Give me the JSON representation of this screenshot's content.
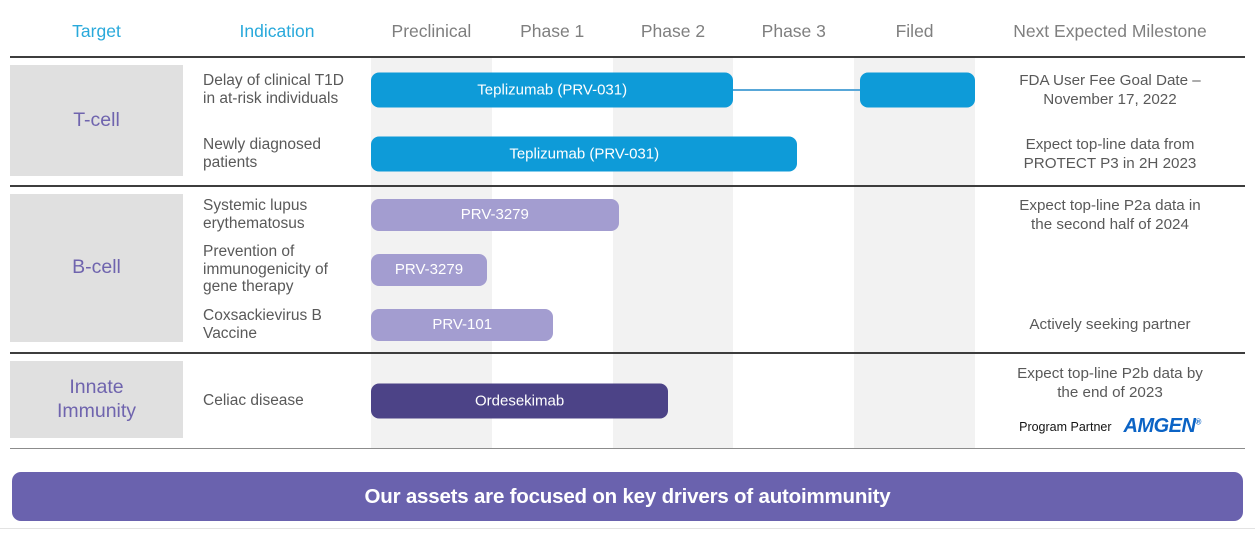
{
  "banner": {
    "text": "Our assets are focused on key drivers of autoimmunity",
    "bg": "#6a62ae"
  },
  "colors": {
    "header_accent": "#29a9db",
    "header_gray": "#7f7f7f",
    "body_text": "#595959",
    "target_text": "#6f64ae",
    "target_box": "#e0e0e0",
    "column_band": "#f2f2f2",
    "tcell_bar": "#0e9bd8",
    "bcell_bar": "#a39dd0",
    "innate_bar": "#4c4387",
    "connector": "#58a7d8",
    "amgen_blue": "#0b63c5"
  },
  "chart_data": {
    "type": "gantt",
    "title": "Clinical pipeline by development phase",
    "columns": {
      "target_label": "Target",
      "indication_label": "Indication",
      "phases": [
        "Preclinical",
        "Phase 1",
        "Phase 2",
        "Phase 3",
        "Filed"
      ],
      "milestone_label": "Next Expected Milestone"
    },
    "axis": {
      "col_units": 5,
      "shaded_columns": [
        0,
        2,
        4
      ]
    },
    "sections": [
      {
        "target": "T-cell",
        "rows": [
          {
            "indication": "Delay of clinical T1D\nin at-risk individuals",
            "asset": "Teplizumab (PRV-031)",
            "bar": {
              "start_col": 0,
              "end_col": 3.0,
              "color": "#0e9bd8"
            },
            "connector": {
              "start_col": 3.0,
              "end_col": 4.05,
              "color": "#58a7d8"
            },
            "filed_bar": {
              "start_col": 4.05,
              "end_col": 5.0,
              "color": "#0e9bd8",
              "label": ""
            },
            "milestone": "FDA User Fee Goal Date –\nNovember 17, 2022"
          },
          {
            "indication": "Newly diagnosed\npatients",
            "asset": "Teplizumab (PRV-031)",
            "bar": {
              "start_col": 0,
              "end_col": 3.53,
              "color": "#0e9bd8"
            },
            "milestone": "Expect top-line data from\nPROTECT P3 in 2H 2023"
          }
        ]
      },
      {
        "target": "B-cell",
        "rows": [
          {
            "indication": "Systemic lupus\nerythematosus",
            "asset": "PRV-3279",
            "bar": {
              "start_col": 0,
              "end_col": 2.05,
              "color": "#a39dd0"
            },
            "milestone": "Expect top-line P2a data in\nthe second half of 2024"
          },
          {
            "indication": "Prevention of\nimmunogenicity of\ngene therapy",
            "asset": "PRV-3279",
            "bar": {
              "start_col": 0,
              "end_col": 0.96,
              "color": "#a39dd0"
            },
            "milestone": ""
          },
          {
            "indication": "Coxsackievirus B\nVaccine",
            "asset": "PRV-101",
            "bar": {
              "start_col": 0,
              "end_col": 1.51,
              "color": "#a39dd0"
            },
            "milestone": "Actively seeking partner"
          }
        ]
      },
      {
        "target": "Innate\nImmunity",
        "rows": [
          {
            "indication": "Celiac disease",
            "asset": "Ordesekimab",
            "bar": {
              "start_col": 0,
              "end_col": 2.46,
              "color": "#4c4387"
            },
            "milestone": "Expect top-line P2b data by\nthe end of 2023",
            "partner": {
              "prefix": "Program Partner",
              "name": "AMGEN",
              "reg": "®"
            }
          }
        ]
      }
    ]
  }
}
